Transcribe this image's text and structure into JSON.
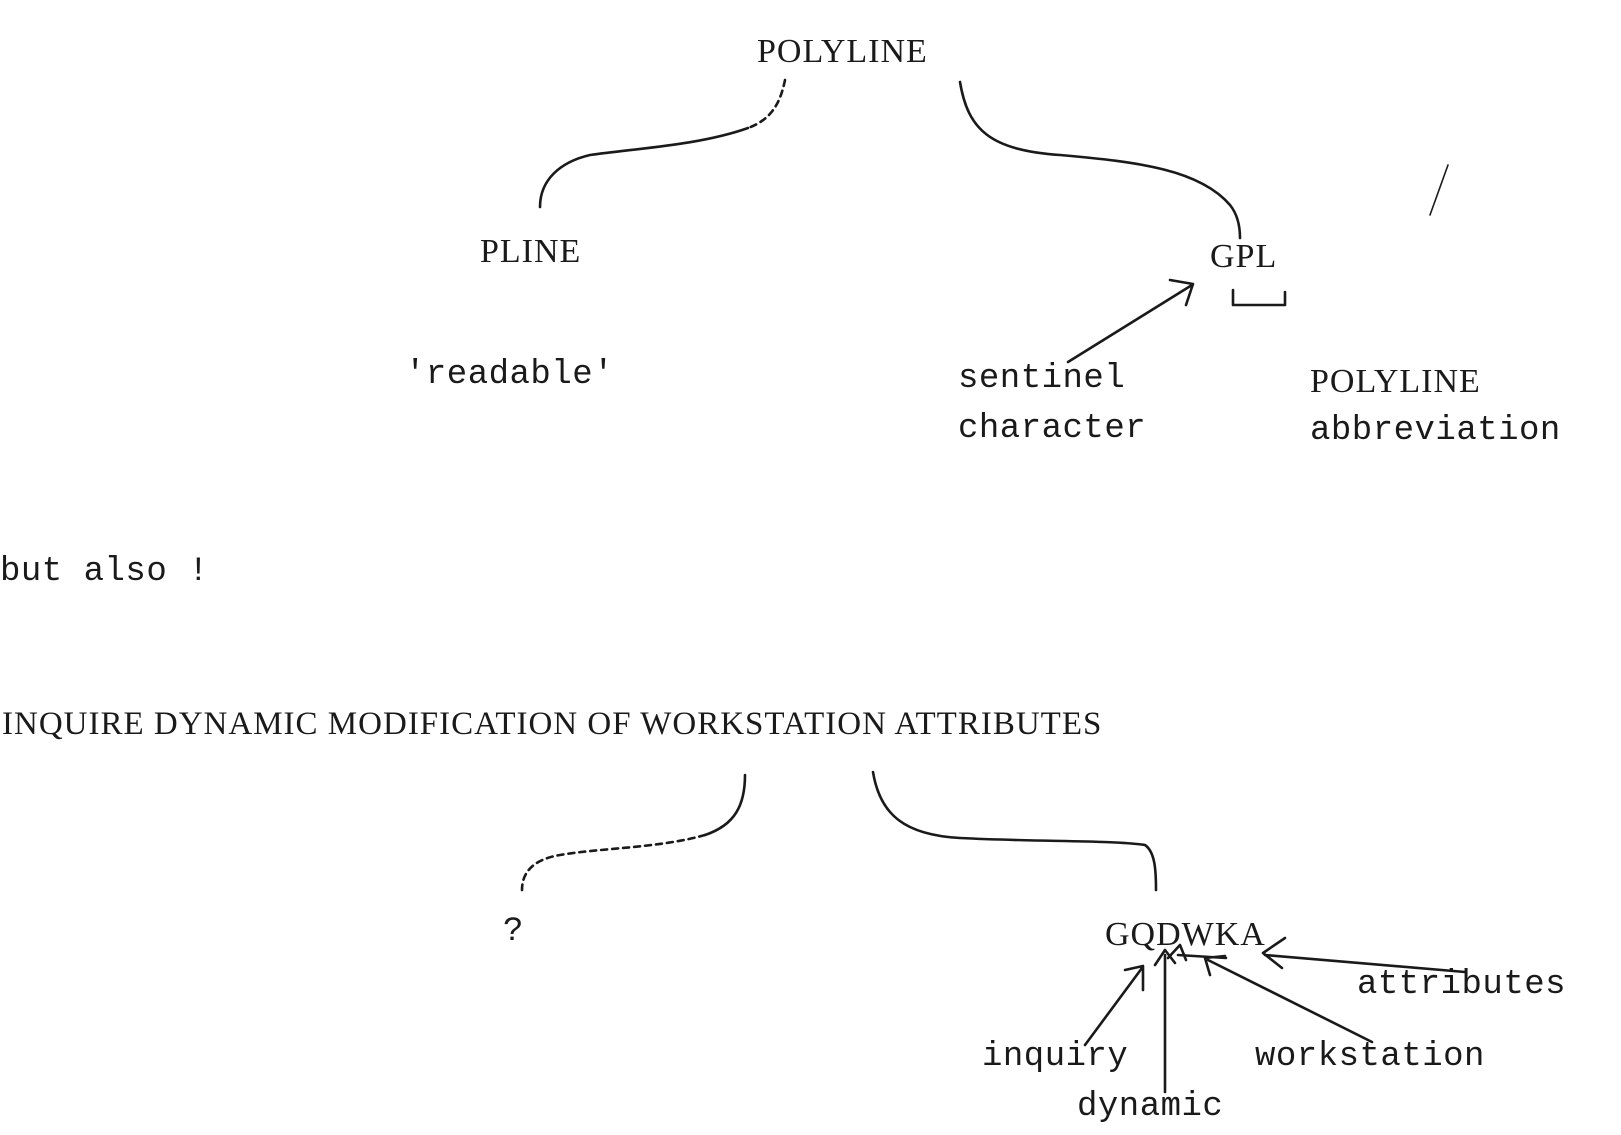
{
  "upper": {
    "root": "POLYLINE",
    "left_child": "PLINE",
    "left_note": "'readable'",
    "right_child": "GPL",
    "sentinel_line1": "sentinel",
    "sentinel_line2": "character",
    "abbrev_line1": "POLYLINE",
    "abbrev_line2": "abbreviation"
  },
  "middle": {
    "text": "but also !"
  },
  "lower": {
    "root": "INQUIRE DYNAMIC MODIFICATION OF WORKSTATION ATTRIBUTES",
    "left_child": "?",
    "right_child": "GQDWKA",
    "label_attributes": "attributes",
    "label_inquiry": "inquiry",
    "label_workstation": "workstation",
    "label_dynamic": "dynamic"
  }
}
